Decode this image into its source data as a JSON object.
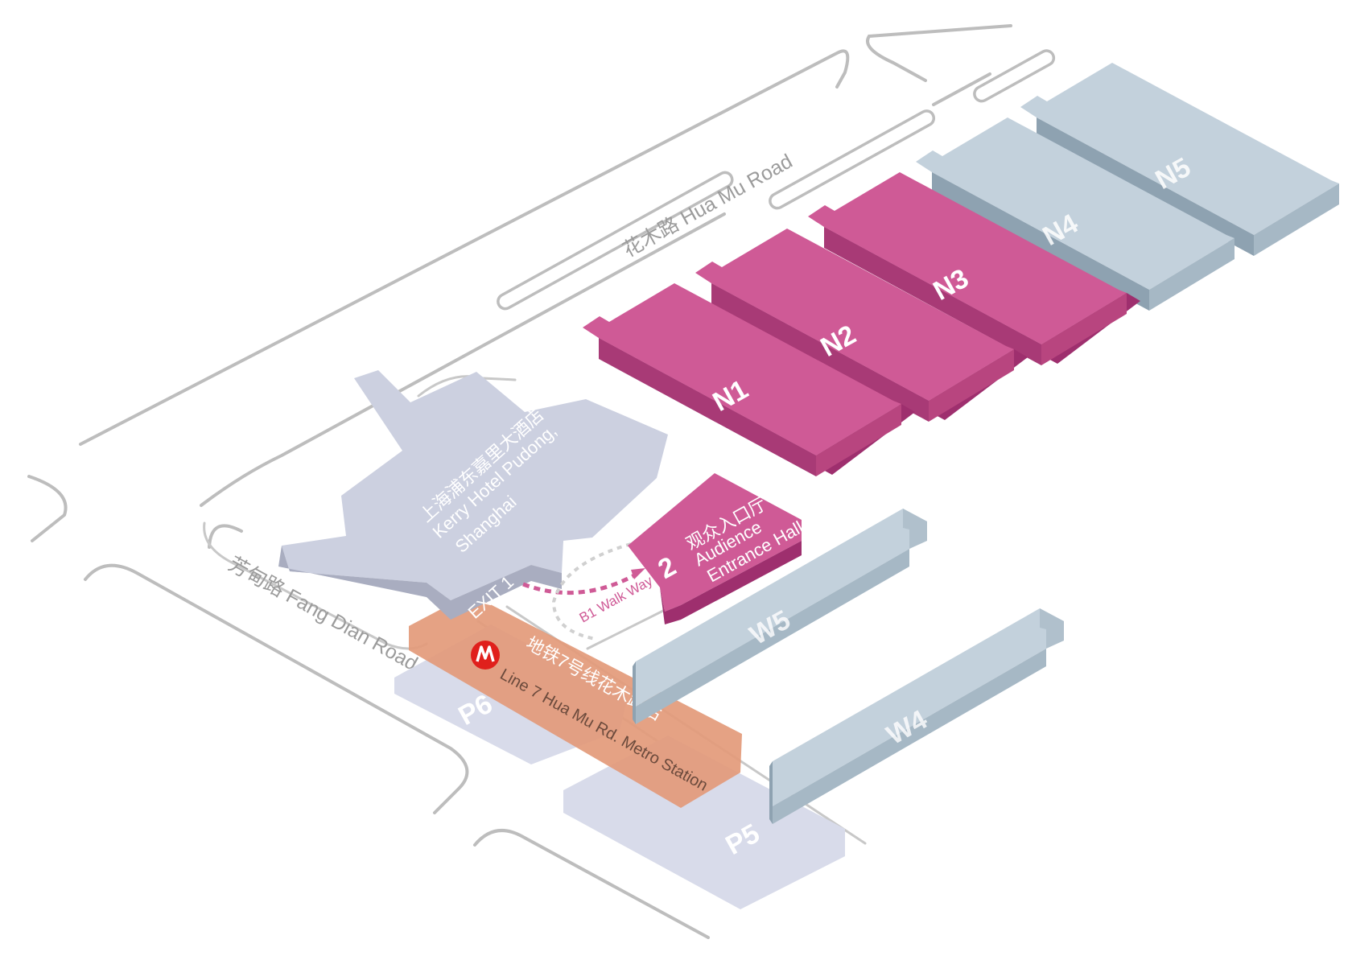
{
  "roads": {
    "hua_mu": "花木路 Hua Mu Road",
    "fang_dian": "芳甸路  Fang Dian Road"
  },
  "halls": {
    "n1": "N1",
    "n2": "N2",
    "n3": "N3",
    "n4": "N4",
    "n5": "N5",
    "w4": "W4",
    "w5": "W5"
  },
  "hotel": {
    "line1": "上海浦东嘉里大酒店",
    "line2": "Kerry Hotel Pudong,",
    "line3": "Shanghai"
  },
  "entrance": {
    "number": "2",
    "line1": "观众入口厅",
    "line2": "Audience",
    "line3": "Entrance Hall"
  },
  "walkway": "B1 Walk Way",
  "exit": "EXIT 1",
  "metro": {
    "cn": "地铁7号线花木路站",
    "en": "Line 7 Hua Mu Rd. Metro Station"
  },
  "parking": {
    "p5": "P5",
    "p6": "P6"
  },
  "colors": {
    "highlight_hall": "#cf5a96",
    "other_hall": "#c3d1dc",
    "hotel": "#ccd0e0",
    "parking": "#d8dbea",
    "metro": "#e39a79",
    "metro_logo": "#e0201c",
    "road": "#bdbdbd"
  }
}
